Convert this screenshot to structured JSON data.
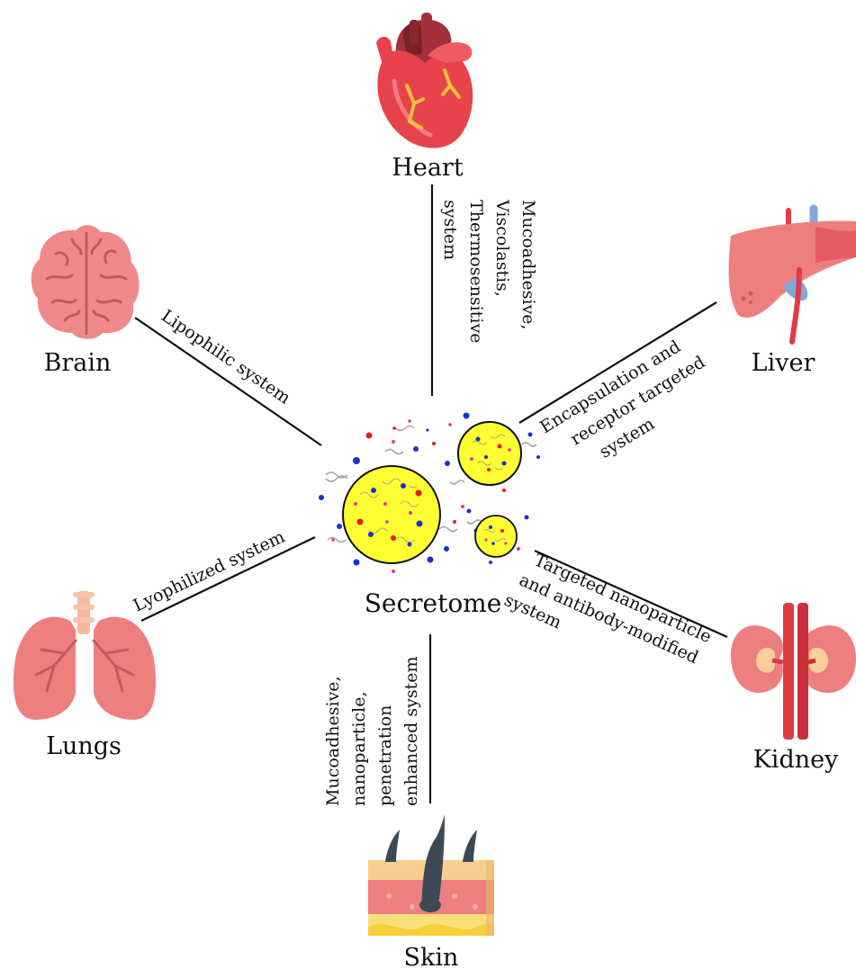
{
  "center": {
    "label": "Secretome"
  },
  "organs": {
    "heart": {
      "label": "Heart"
    },
    "brain": {
      "label": "Brain"
    },
    "liver": {
      "label": "Liver"
    },
    "lungs": {
      "label": "Lungs"
    },
    "kidney": {
      "label": "Kidney"
    },
    "skin": {
      "label": "Skin"
    }
  },
  "connections": {
    "heart": {
      "lines": [
        "Mucoadhesive,",
        "Viscolastis,",
        "Thermosensitive",
        "system"
      ]
    },
    "brain": {
      "lines": [
        "Lipophilic system"
      ]
    },
    "liver": {
      "lines": [
        "Encapsulation and",
        "receptor targeted",
        "system"
      ]
    },
    "lungs": {
      "lines": [
        "Lyophilized system"
      ]
    },
    "kidney": {
      "lines": [
        "Targeted nanoparticle",
        "and antibody-modified",
        "system"
      ]
    },
    "skin": {
      "lines": [
        "Mucoadhesive,",
        "nanoparticle,",
        "penetration",
        "enhanced system"
      ]
    }
  },
  "colors": {
    "particle_fill": "#ffff33",
    "heart_red": "#e8424a",
    "organ_pink": "#ef8c8c",
    "vessel_red": "#e03a45",
    "vessel_blue": "#7fa8d8",
    "skin_tan": "#f8cf8f",
    "hair_dark": "#3d4a55"
  }
}
